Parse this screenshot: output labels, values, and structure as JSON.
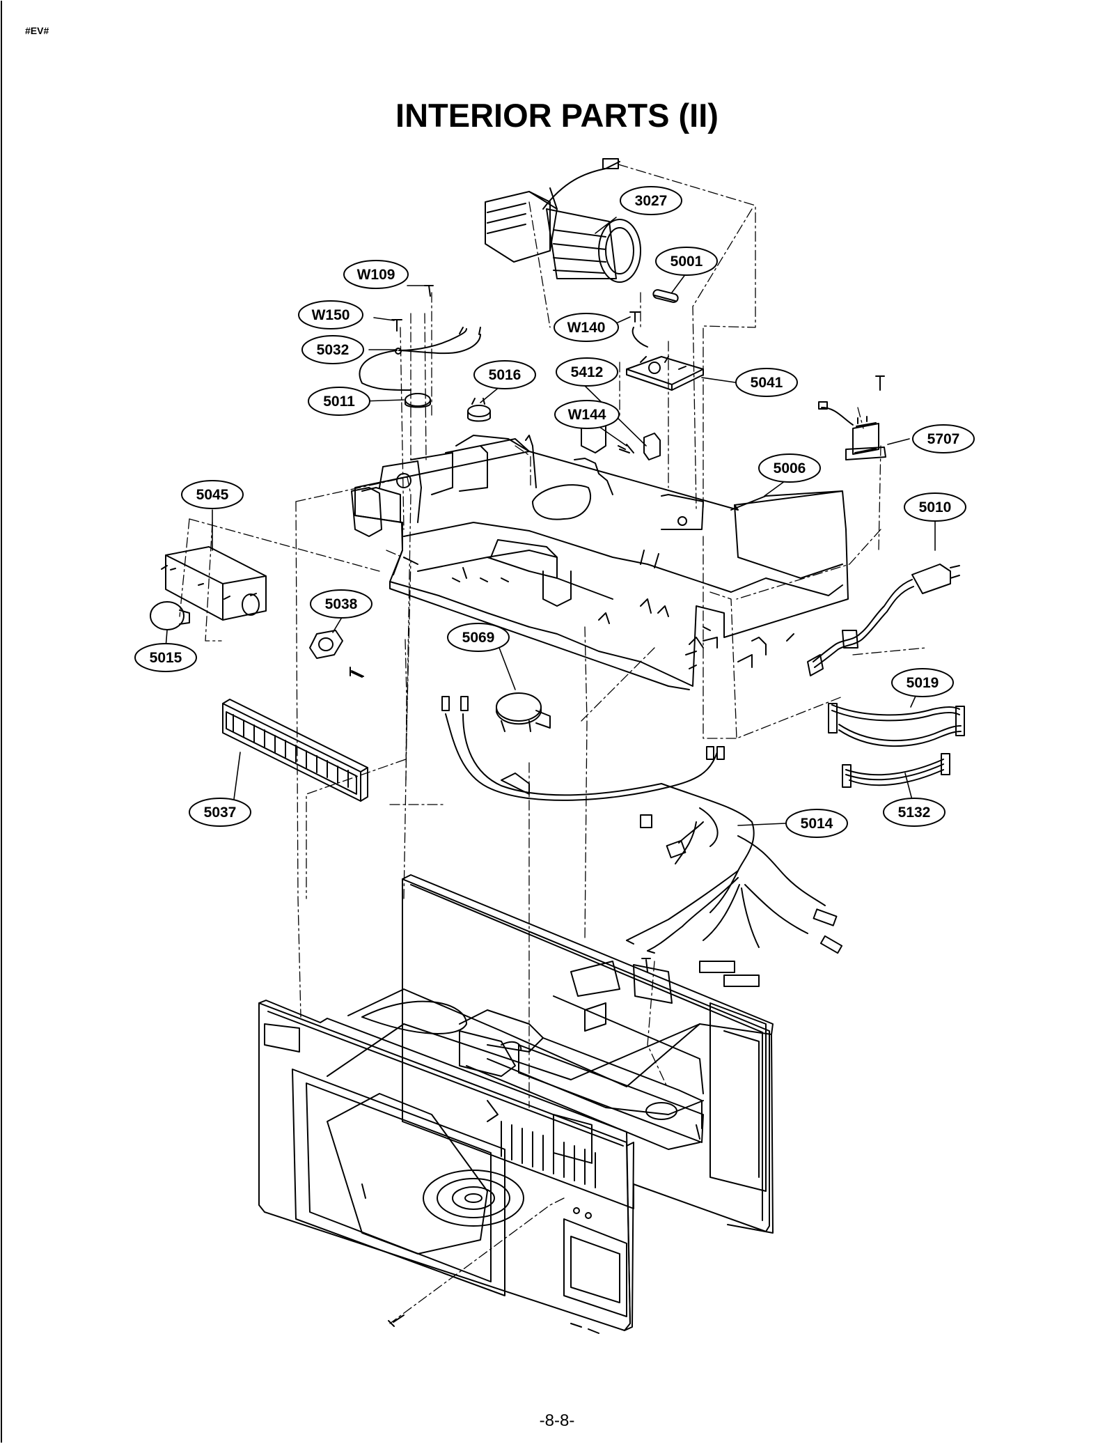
{
  "header": {
    "tag": "#EV#",
    "title": "INTERIOR PARTS (II)"
  },
  "footer": {
    "page_number": "-8-8-"
  },
  "callouts": [
    {
      "id": "c-3027",
      "text": "3027"
    },
    {
      "id": "c-5001",
      "text": "5001"
    },
    {
      "id": "c-w109",
      "text": "W109"
    },
    {
      "id": "c-w150",
      "text": "W150"
    },
    {
      "id": "c-w140",
      "text": "W140"
    },
    {
      "id": "c-5032",
      "text": "5032"
    },
    {
      "id": "c-5016",
      "text": "5016"
    },
    {
      "id": "c-5412",
      "text": "5412"
    },
    {
      "id": "c-5041",
      "text": "5041"
    },
    {
      "id": "c-5011",
      "text": "5011"
    },
    {
      "id": "c-w144",
      "text": "W144"
    },
    {
      "id": "c-5707",
      "text": "5707"
    },
    {
      "id": "c-5006",
      "text": "5006"
    },
    {
      "id": "c-5045",
      "text": "5045"
    },
    {
      "id": "c-5010",
      "text": "5010"
    },
    {
      "id": "c-5038",
      "text": "5038"
    },
    {
      "id": "c-5069",
      "text": "5069"
    },
    {
      "id": "c-5015",
      "text": "5015"
    },
    {
      "id": "c-5019",
      "text": "5019"
    },
    {
      "id": "c-5037",
      "text": "5037"
    },
    {
      "id": "c-5132",
      "text": "5132"
    },
    {
      "id": "c-5014",
      "text": "5014"
    }
  ]
}
